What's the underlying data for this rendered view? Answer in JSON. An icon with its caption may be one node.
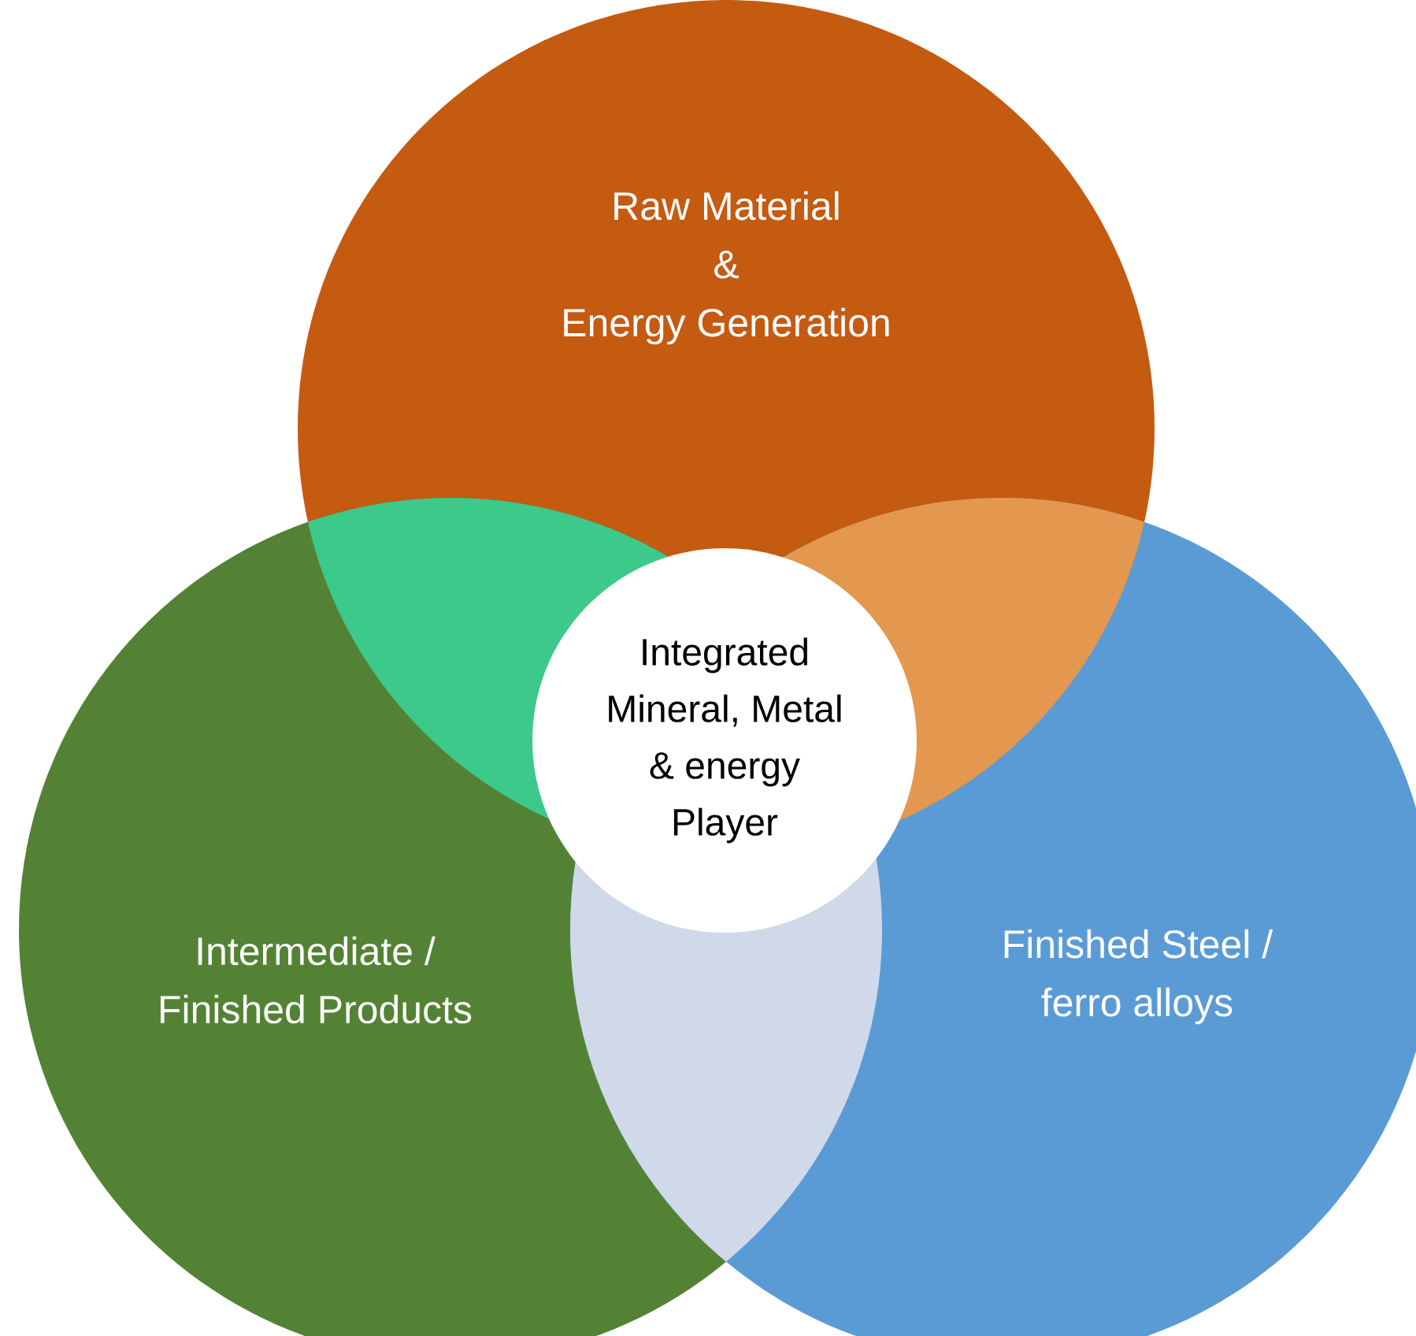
{
  "diagram": {
    "nodes": [
      {
        "text": [
          "Raw Material & Energy Generation"
        ]
      },
      {
        "text": [
          "Intermediate / Finished Products"
        ]
      },
      {
        "text": [
          "Finished Steel / ferro alloys"
        ]
      },
      {
        "text": [
          "Integrated Mineral, Metal & energy Player"
        ]
      }
    ]
  }
}
